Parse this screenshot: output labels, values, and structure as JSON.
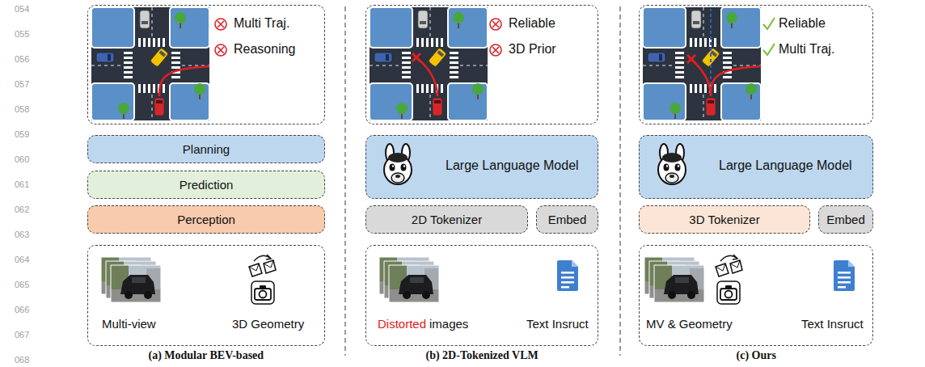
{
  "diagram": {
    "nodes": [
      {
        "text": [
          "Multi Traj.",
          "Reasoning"
        ]
      },
      {
        "text": [
          "Planning"
        ]
      },
      {
        "text": [
          "Prediction"
        ]
      },
      {
        "text": [
          "Perception"
        ]
      },
      {
        "text": [
          "Multi-view",
          "3D Geometry"
        ]
      },
      {
        "text": [
          "Reliable",
          "3D Prior"
        ]
      },
      {
        "text": [
          "Large Language Model"
        ]
      },
      {
        "text": [
          "2D Tokenizer"
        ]
      },
      {
        "text": [
          "Embed"
        ]
      },
      {
        "text": [
          "Distorted",
          "images",
          "Text Insruct"
        ]
      },
      {
        "text": [
          "Reliable",
          "Multi Traj."
        ]
      },
      {
        "text": [
          "Large Language Model"
        ]
      },
      {
        "text": [
          "3D Tokenizer"
        ]
      },
      {
        "text": [
          "Embed"
        ]
      },
      {
        "text": [
          "MV & Geometry",
          "Text Insruct"
        ]
      }
    ],
    "labels": [
      "054",
      "055",
      "056",
      "057",
      "058",
      "059",
      "060",
      "061",
      "062",
      "063",
      "064",
      "065",
      "066",
      "067",
      "068",
      "(a) Modular BEV-based",
      "(b) 2D-Tokenized VLM",
      "(c) Ours"
    ]
  }
}
